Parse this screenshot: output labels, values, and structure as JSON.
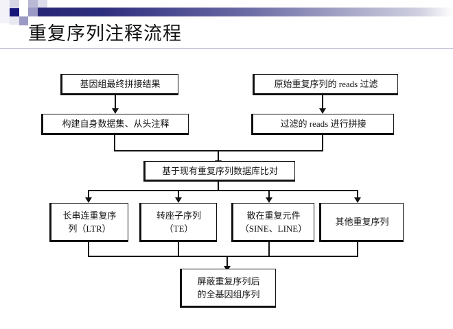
{
  "slide": {
    "title": "重复序列注释流程",
    "accent_dark": "#262673",
    "accent_mid": "#6b6ba5",
    "accent_light": "#cfcfe0",
    "background": "#ffffff",
    "line_color": "#111111"
  },
  "decoration": {
    "squares": [
      {
        "name": "square-dark-navy",
        "color": "#15157a"
      },
      {
        "name": "square-pale-lavender",
        "color": "#e2e2ee"
      },
      {
        "name": "square-mid-periwinkle",
        "color": "#9a9ac4"
      },
      {
        "name": "square-light-periwinkle",
        "color": "#b9b9d6"
      },
      {
        "name": "square-very-pale",
        "color": "#f0f0f6"
      }
    ],
    "bar_name": "header-gradient-bar"
  },
  "flowchart": {
    "type": "flowchart",
    "nodes": [
      {
        "id": "n1",
        "label": "基因组最终拼接结果",
        "lines": [
          "基因组最终拼接结果"
        ]
      },
      {
        "id": "n2",
        "label": "原始重复序列的 reads 过滤",
        "lines": [
          "原始重复序列的 reads 过滤"
        ]
      },
      {
        "id": "n3",
        "label": "构建自身数据集、从头注释",
        "lines": [
          "构建自身数据集、从头注释"
        ]
      },
      {
        "id": "n4",
        "label": "过滤的 reads 进行拼接",
        "lines": [
          "过滤的 reads 进行拼接"
        ]
      },
      {
        "id": "n5",
        "label": "基于现有重复序列数据库比对",
        "lines": [
          "基于现有重复序列数据库比对"
        ]
      },
      {
        "id": "n6",
        "label": "长串连重复序列（LTR）",
        "lines": [
          "长串连重复序",
          "列（LTR）"
        ]
      },
      {
        "id": "n7",
        "label": "转座子序列（TE）",
        "lines": [
          "转座子序列",
          "（TE）"
        ]
      },
      {
        "id": "n8",
        "label": "散在重复元件（SINE、LINE）",
        "lines": [
          "散在重复元件",
          "（SINE、LINE）"
        ]
      },
      {
        "id": "n9",
        "label": "其他重复序列",
        "lines": [
          "其他重复序列"
        ]
      },
      {
        "id": "n10",
        "label": "屏蔽重复序列后的全基因组序列",
        "lines": [
          "屏蔽重复序列后",
          "的全基因组序列"
        ]
      }
    ],
    "edges": [
      {
        "from": "n1",
        "to": "n3",
        "arrow": true
      },
      {
        "from": "n2",
        "to": "n4",
        "arrow": true
      },
      {
        "from": "n3",
        "to": "n5",
        "arrow": true
      },
      {
        "from": "n4",
        "to": "n5",
        "arrow": true
      },
      {
        "from": "n5",
        "to": "n6",
        "arrow": true
      },
      {
        "from": "n5",
        "to": "n7",
        "arrow": true
      },
      {
        "from": "n5",
        "to": "n8",
        "arrow": true
      },
      {
        "from": "n5",
        "to": "n9",
        "arrow": true
      },
      {
        "from": "n6",
        "to": "n10",
        "arrow": true
      },
      {
        "from": "n7",
        "to": "n10",
        "arrow": true
      },
      {
        "from": "n8",
        "to": "n10",
        "arrow": true
      },
      {
        "from": "n9",
        "to": "n10",
        "arrow": true
      }
    ]
  }
}
